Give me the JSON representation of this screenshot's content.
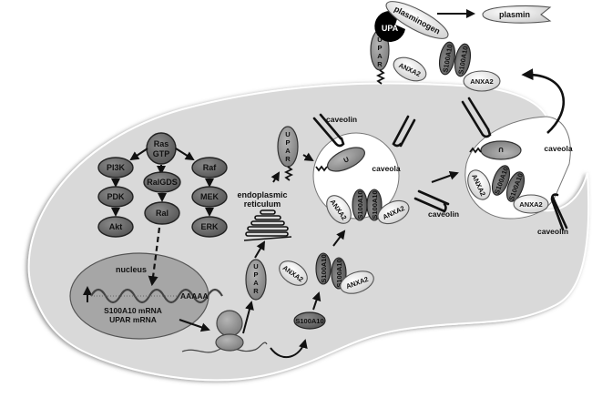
{
  "diagram": {
    "type": "cell-signaling-pathway",
    "labels": {
      "plasminogen": "plasminogen",
      "plasmin": "plasmin",
      "upa": "UPA",
      "upar_letters": [
        "U",
        "P",
        "A",
        "R"
      ],
      "anxa2": "ANXA2",
      "s100a10": "S100A10",
      "caveolin": "caveolin",
      "caveola": "caveola",
      "ras": "Ras",
      "gtp": "GTP",
      "pi3k": "PI3K",
      "ralgds": "RalGDS",
      "raf": "Raf",
      "pdk": "PDK",
      "ral": "Ral",
      "mek": "MEK",
      "akt": "Akt",
      "erk": "ERK",
      "nucleus": "nucleus",
      "polya": "AAAAA",
      "mrna_1": "S100A10 mRNA",
      "mrna_2": "UPAR mRNA",
      "er_1": "endoplasmic",
      "er_2": "reticulum"
    },
    "pathways": {
      "ras_branches": [
        "PI3K → PDK → Akt",
        "RalGDS → Ral → nucleus",
        "Raf → MEK → ERK"
      ],
      "translation": "mRNA → ribosome → UPAR / S100A10",
      "trafficking": "S100A10 → ANXA2-S100A10 heterotetramer → caveola → cell surface"
    },
    "colors": {
      "cell_fill": "#d9d9d9",
      "nucleus_fill": "#a6a6a6",
      "protein_dark": "#6e6e6e",
      "protein_light": "#f0f0f0",
      "upa_fill": "#000000"
    }
  }
}
